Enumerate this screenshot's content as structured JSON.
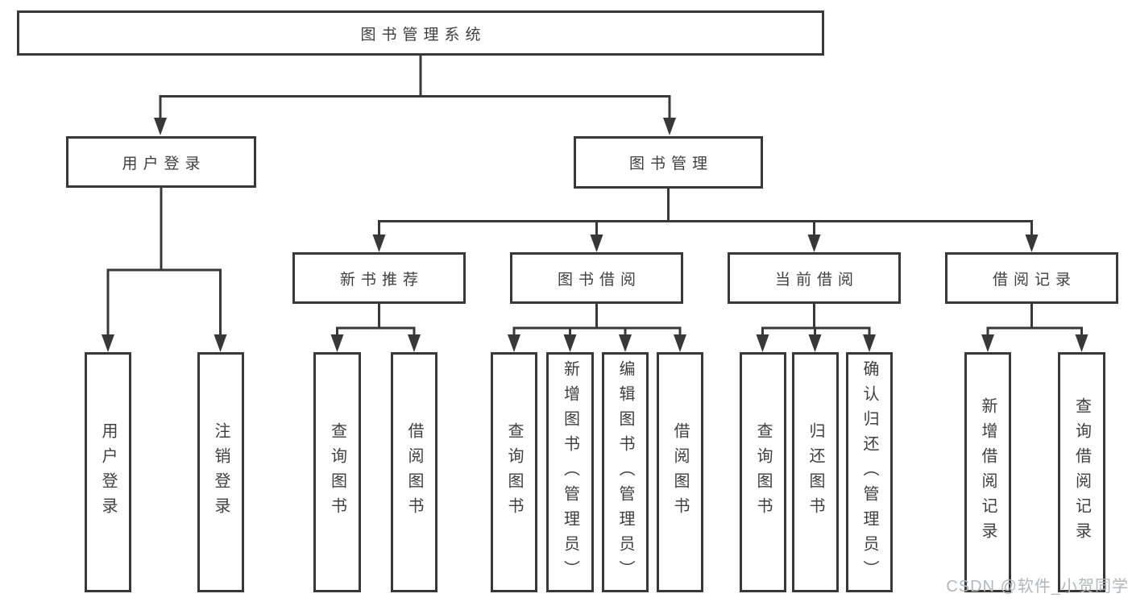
{
  "diagram": {
    "root": {
      "label": "图书管理系统"
    },
    "level2": [
      {
        "id": "user-login",
        "label": "用户登录"
      },
      {
        "id": "book-management",
        "label": "图书管理"
      }
    ],
    "level3": [
      {
        "id": "new-book-recommend",
        "label": "新书推荐"
      },
      {
        "id": "book-borrowing",
        "label": "图书借阅"
      },
      {
        "id": "current-borrowing",
        "label": "当前借阅"
      },
      {
        "id": "borrow-records",
        "label": "借阅记录"
      }
    ],
    "leaves": [
      {
        "parent": "user-login",
        "label": "用户登录"
      },
      {
        "parent": "user-login",
        "label": "注销登录"
      },
      {
        "parent": "new-book-recommend",
        "label": "查询图书"
      },
      {
        "parent": "new-book-recommend",
        "label": "借阅图书"
      },
      {
        "parent": "book-borrowing",
        "label": "查询图书"
      },
      {
        "parent": "book-borrowing",
        "label": "新增图书（管理员）"
      },
      {
        "parent": "book-borrowing",
        "label": "编辑图书（管理员）"
      },
      {
        "parent": "book-borrowing",
        "label": "借阅图书"
      },
      {
        "parent": "current-borrowing",
        "label": "查询图书"
      },
      {
        "parent": "current-borrowing",
        "label": "归还图书"
      },
      {
        "parent": "current-borrowing",
        "label": "确认归还（管理员）"
      },
      {
        "parent": "borrow-records",
        "label": "新增借阅记录"
      },
      {
        "parent": "borrow-records",
        "label": "查询借阅记录"
      }
    ]
  },
  "watermark": "CSDN @软件_小贺同学",
  "colors": {
    "line": "#383838",
    "text": "#3f3f3f",
    "watermark": "#b0b6ba",
    "bg": "#ffffff"
  }
}
